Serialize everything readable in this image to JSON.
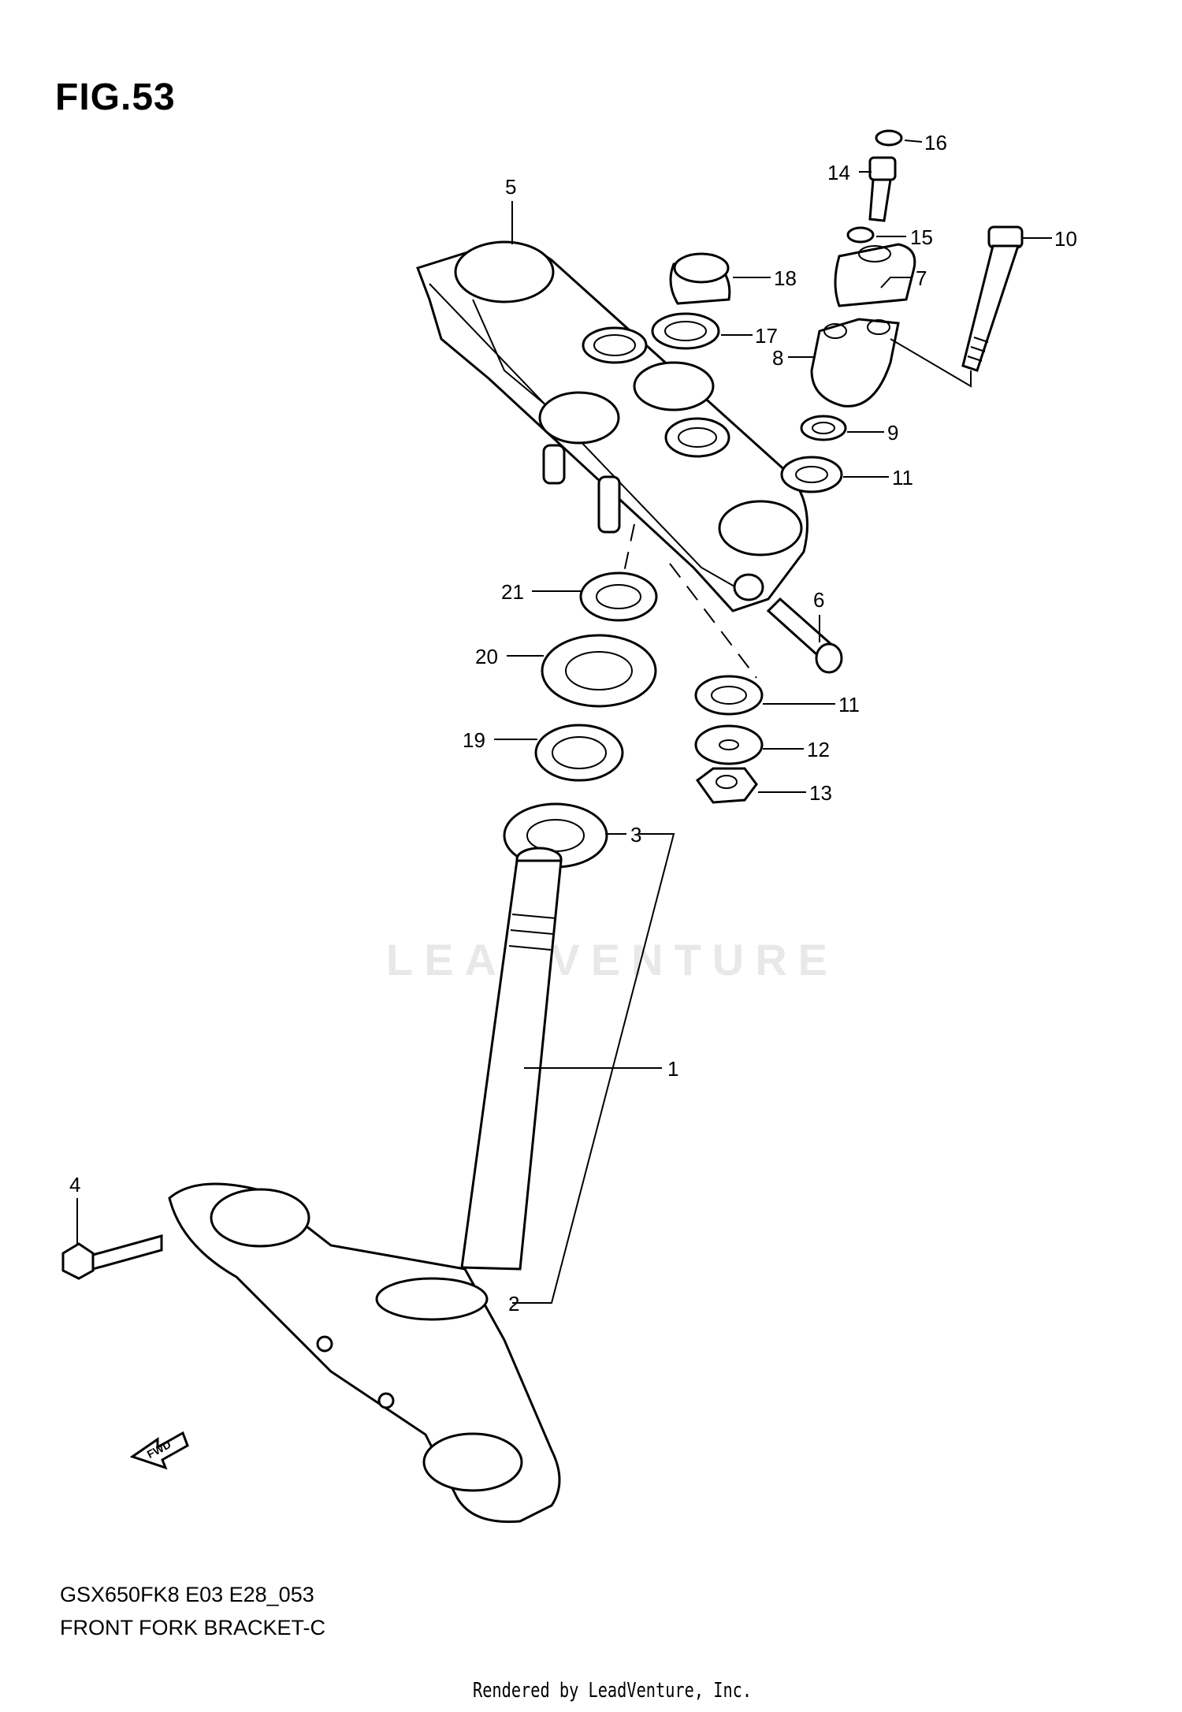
{
  "figure": {
    "title": "FIG.53"
  },
  "footer": {
    "model_code": "GSX650FK8 E03 E28_053",
    "section_name": "FRONT FORK BRACKET-C",
    "rendered_by": "Rendered by LeadVenture, Inc."
  },
  "watermark": {
    "text": "LEADVENTURE"
  },
  "fwd_label": "FWD",
  "callouts": {
    "c1": "1",
    "c2": "2",
    "c3": "3",
    "c4": "4",
    "c5": "5",
    "c6": "6",
    "c7": "7",
    "c8": "8",
    "c9": "9",
    "c10": "10",
    "c11a": "11",
    "c11b": "11",
    "c12": "12",
    "c13": "13",
    "c14": "14",
    "c15": "15",
    "c16": "16",
    "c17": "17",
    "c18": "18",
    "c19": "19",
    "c20": "20",
    "c21": "21"
  }
}
